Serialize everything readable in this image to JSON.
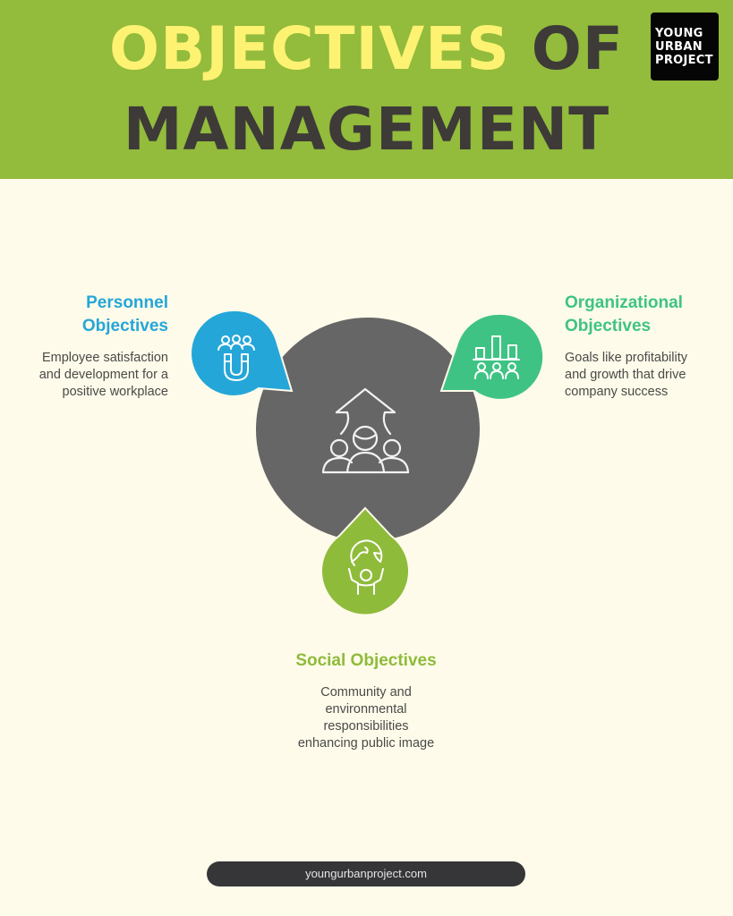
{
  "header": {
    "title_highlight": "OBJECTIVES",
    "title_rest_line1": "OF",
    "title_line2": "MANAGEMENT",
    "background_color": "#93bb3c",
    "highlight_color": "#fdf271",
    "dark_color": "#3d3a38"
  },
  "logo": {
    "lines": [
      "YOUNG",
      "URBAN",
      "PROJECT"
    ]
  },
  "diagram": {
    "center": {
      "icon": "team-growth-arrow-icon",
      "color": "#666666"
    },
    "objectives": [
      {
        "title_line1": "Personnel",
        "title_line2": "Objectives",
        "description": [
          "Employee satisfaction",
          "and development for a",
          "positive workplace"
        ],
        "icon": "people-magnet-icon",
        "color": "#25a6d9"
      },
      {
        "title_line1": "Organizational",
        "title_line2": "Objectives",
        "description": [
          "Goals like profitability",
          "and growth that drive",
          "company success"
        ],
        "icon": "bar-chart-people-icon",
        "color": "#3fc384"
      },
      {
        "title": "Social Objectives",
        "description": [
          "Community and",
          "environmental",
          "responsibilities",
          "enhancing public image"
        ],
        "icon": "globe-person-icon",
        "color": "#8fbb3b"
      }
    ]
  },
  "footer": {
    "url": "youngurbanproject.com"
  }
}
